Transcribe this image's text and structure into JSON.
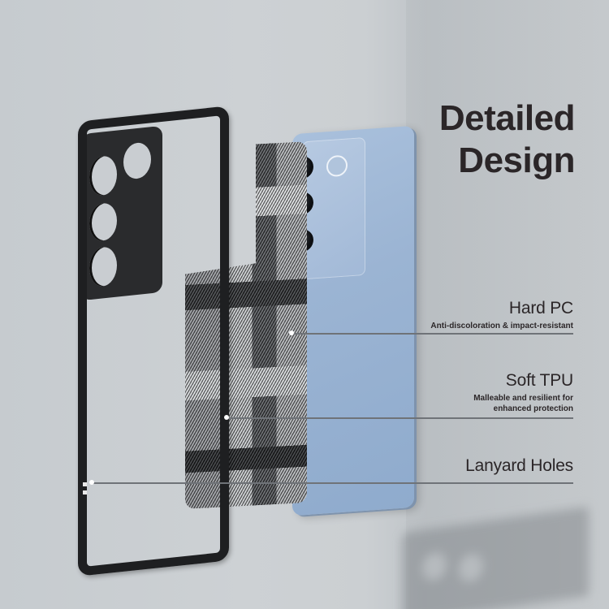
{
  "heading": {
    "line1": "Detailed",
    "line2": "Design"
  },
  "features": [
    {
      "name": "Hard PC",
      "desc_lines": [
        "Anti-discoloration & impact-resistant"
      ]
    },
    {
      "name": "Soft TPU",
      "desc_lines": [
        "Malleable and resilient for",
        "enhanced protection"
      ]
    },
    {
      "name": "Lanyard Holes",
      "desc_lines": []
    }
  ],
  "colors": {
    "background": "#cacfd2",
    "text": "#2b2628",
    "case_black": "#1e1f21",
    "phone_blue": "#9bb4d3",
    "callout_line": "#6f7378"
  },
  "illustration": {
    "case": "black-frame-clear-case",
    "insert": "gray-digital-camo-tpu-layer",
    "phone": "light-blue-smartphone-back"
  }
}
